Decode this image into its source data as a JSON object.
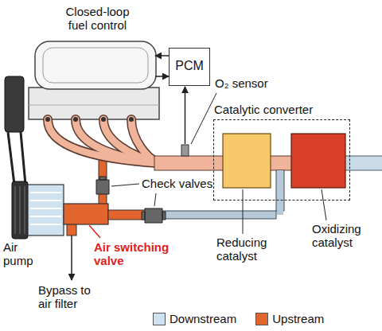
{
  "diagram": {
    "nodes": [
      {
        "text": [
          "Closed-loop fuel control"
        ]
      },
      {
        "text": [
          "PCM"
        ]
      },
      {
        "text": [
          "Catalytic converter"
        ]
      }
    ],
    "edges": [
      {
        "from": 1,
        "to": 0,
        "arrow": "to"
      },
      {
        "from": 0,
        "to": 1,
        "arrow": "to"
      }
    ],
    "labels": [
      "O₂ sensor",
      "Check valves",
      "Reducing catalyst",
      "Oxidizing catalyst",
      "Air pump",
      "Air switching valve",
      "Bypass to air filter"
    ],
    "legend": [
      {
        "text": "Downstream",
        "color": "#cfe2ef"
      },
      {
        "text": "Upstream",
        "color": "#e2652e"
      }
    ]
  }
}
